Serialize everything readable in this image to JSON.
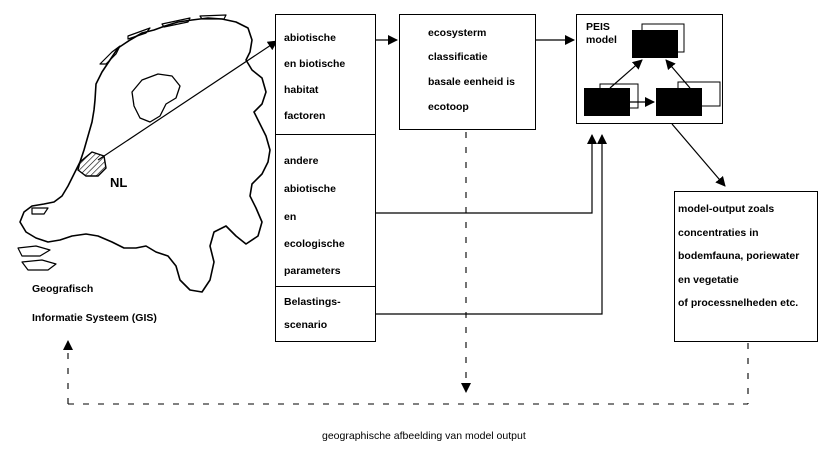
{
  "map": {
    "country_label": "NL",
    "gis_line1": "Geografisch",
    "gis_line2": "Informatie Systeem (GIS)"
  },
  "factors_box": {
    "habitat": [
      "abiotische",
      "en biotische",
      "habitat",
      "factoren"
    ],
    "other": [
      "andere",
      "abiotische",
      "en",
      "ecologische",
      "parameters"
    ],
    "scenario": [
      "Belastings-",
      "scenario"
    ]
  },
  "ecosystem_box": {
    "lines": [
      "ecosysterm",
      "classificatie",
      "basale eenheid is",
      "ecotoop"
    ]
  },
  "peis_box": {
    "title_line1": "PEIS",
    "title_line2": "model"
  },
  "output_box": {
    "lines": [
      "model-output zoals",
      "concentraties in",
      "bodemfauna, poriewater",
      "en vegetatie",
      "of processnelheden etc."
    ]
  },
  "footer": {
    "caption": "geographische afbeelding van model output"
  }
}
